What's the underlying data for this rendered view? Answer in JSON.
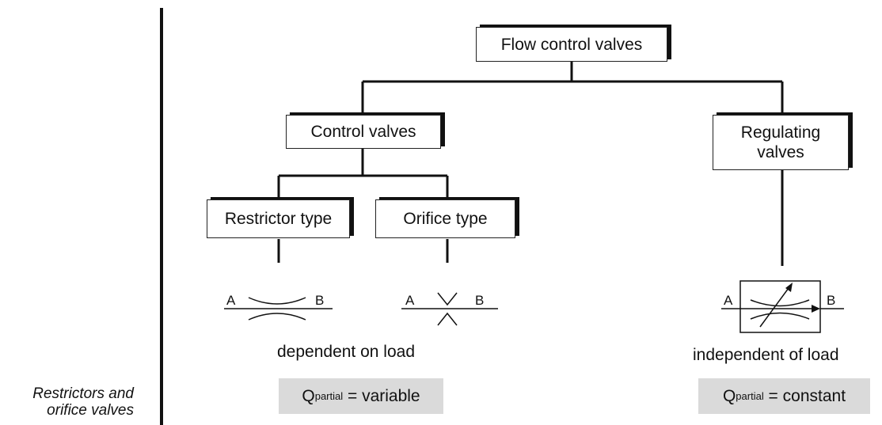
{
  "side_note": {
    "line1": "Restrictors and",
    "line2": "orifice valves"
  },
  "boxes": {
    "root": "Flow control valves",
    "control": "Control valves",
    "regulating_line1": "Regulating",
    "regulating_line2": "valves",
    "restrictor": "Restrictor type",
    "orifice": "Orifice type"
  },
  "symbols": {
    "restrictor": {
      "a": "A",
      "b": "B"
    },
    "orifice": {
      "a": "A",
      "b": "B"
    },
    "regulating": {
      "a": "A",
      "b": "B"
    }
  },
  "captions": {
    "dependent": "dependent on load",
    "independent": "independent of load"
  },
  "q_labels": {
    "left": {
      "q": "Q",
      "sub": "partial",
      "rest": " = variable"
    },
    "right": {
      "q": "Q",
      "sub": "partial",
      "rest": " = constant"
    }
  }
}
